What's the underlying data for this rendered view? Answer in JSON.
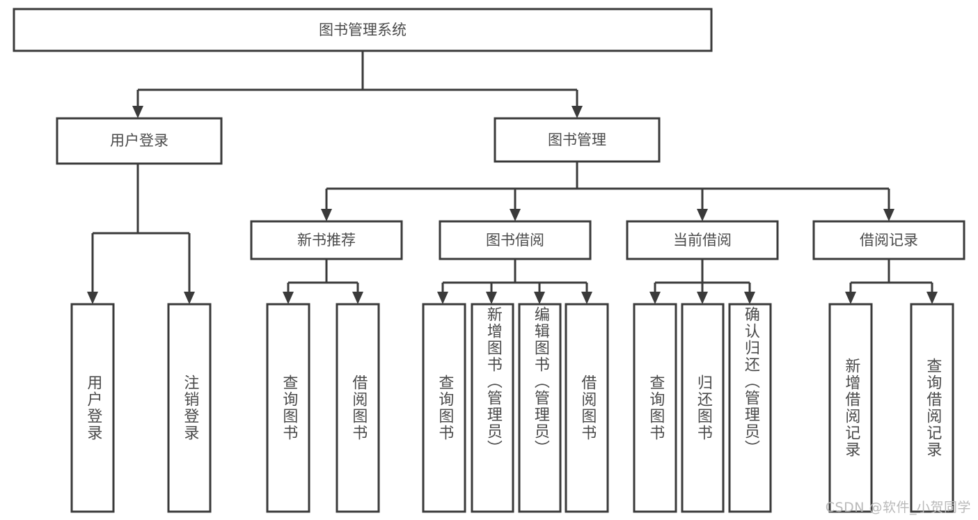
{
  "diagram": {
    "title": "图书管理系统",
    "type": "hierarchy-tree",
    "watermark": "CSDN @软件_小贺同学",
    "colors": {
      "stroke": "#3a3a3a",
      "fill": "#ffffff",
      "text": "#4a4a4a",
      "watermark": "#b9b9b9",
      "background": "#ffffff"
    },
    "root": {
      "label": "图书管理系统"
    },
    "level2": [
      {
        "label": "用户登录"
      },
      {
        "label": "图书管理"
      }
    ],
    "level3": [
      {
        "label": "新书推荐"
      },
      {
        "label": "图书借阅"
      },
      {
        "label": "当前借阅"
      },
      {
        "label": "借阅记录"
      }
    ],
    "leaves": {
      "user_login": [
        {
          "label": "用户登录"
        },
        {
          "label": "注销登录"
        }
      ],
      "new_book_recommend": [
        {
          "label": "查询图书"
        },
        {
          "label": "借阅图书"
        }
      ],
      "book_borrow": [
        {
          "label": "查询图书"
        },
        {
          "label": "新增图书（管理员）"
        },
        {
          "label": "编辑图书（管理员）"
        },
        {
          "label": "借阅图书"
        }
      ],
      "current_borrow": [
        {
          "label": "查询图书"
        },
        {
          "label": "归还图书"
        },
        {
          "label": "确认归还（管理员）"
        }
      ],
      "borrow_record": [
        {
          "label": "新增借阅记录"
        },
        {
          "label": "查询借阅记录"
        }
      ]
    }
  }
}
